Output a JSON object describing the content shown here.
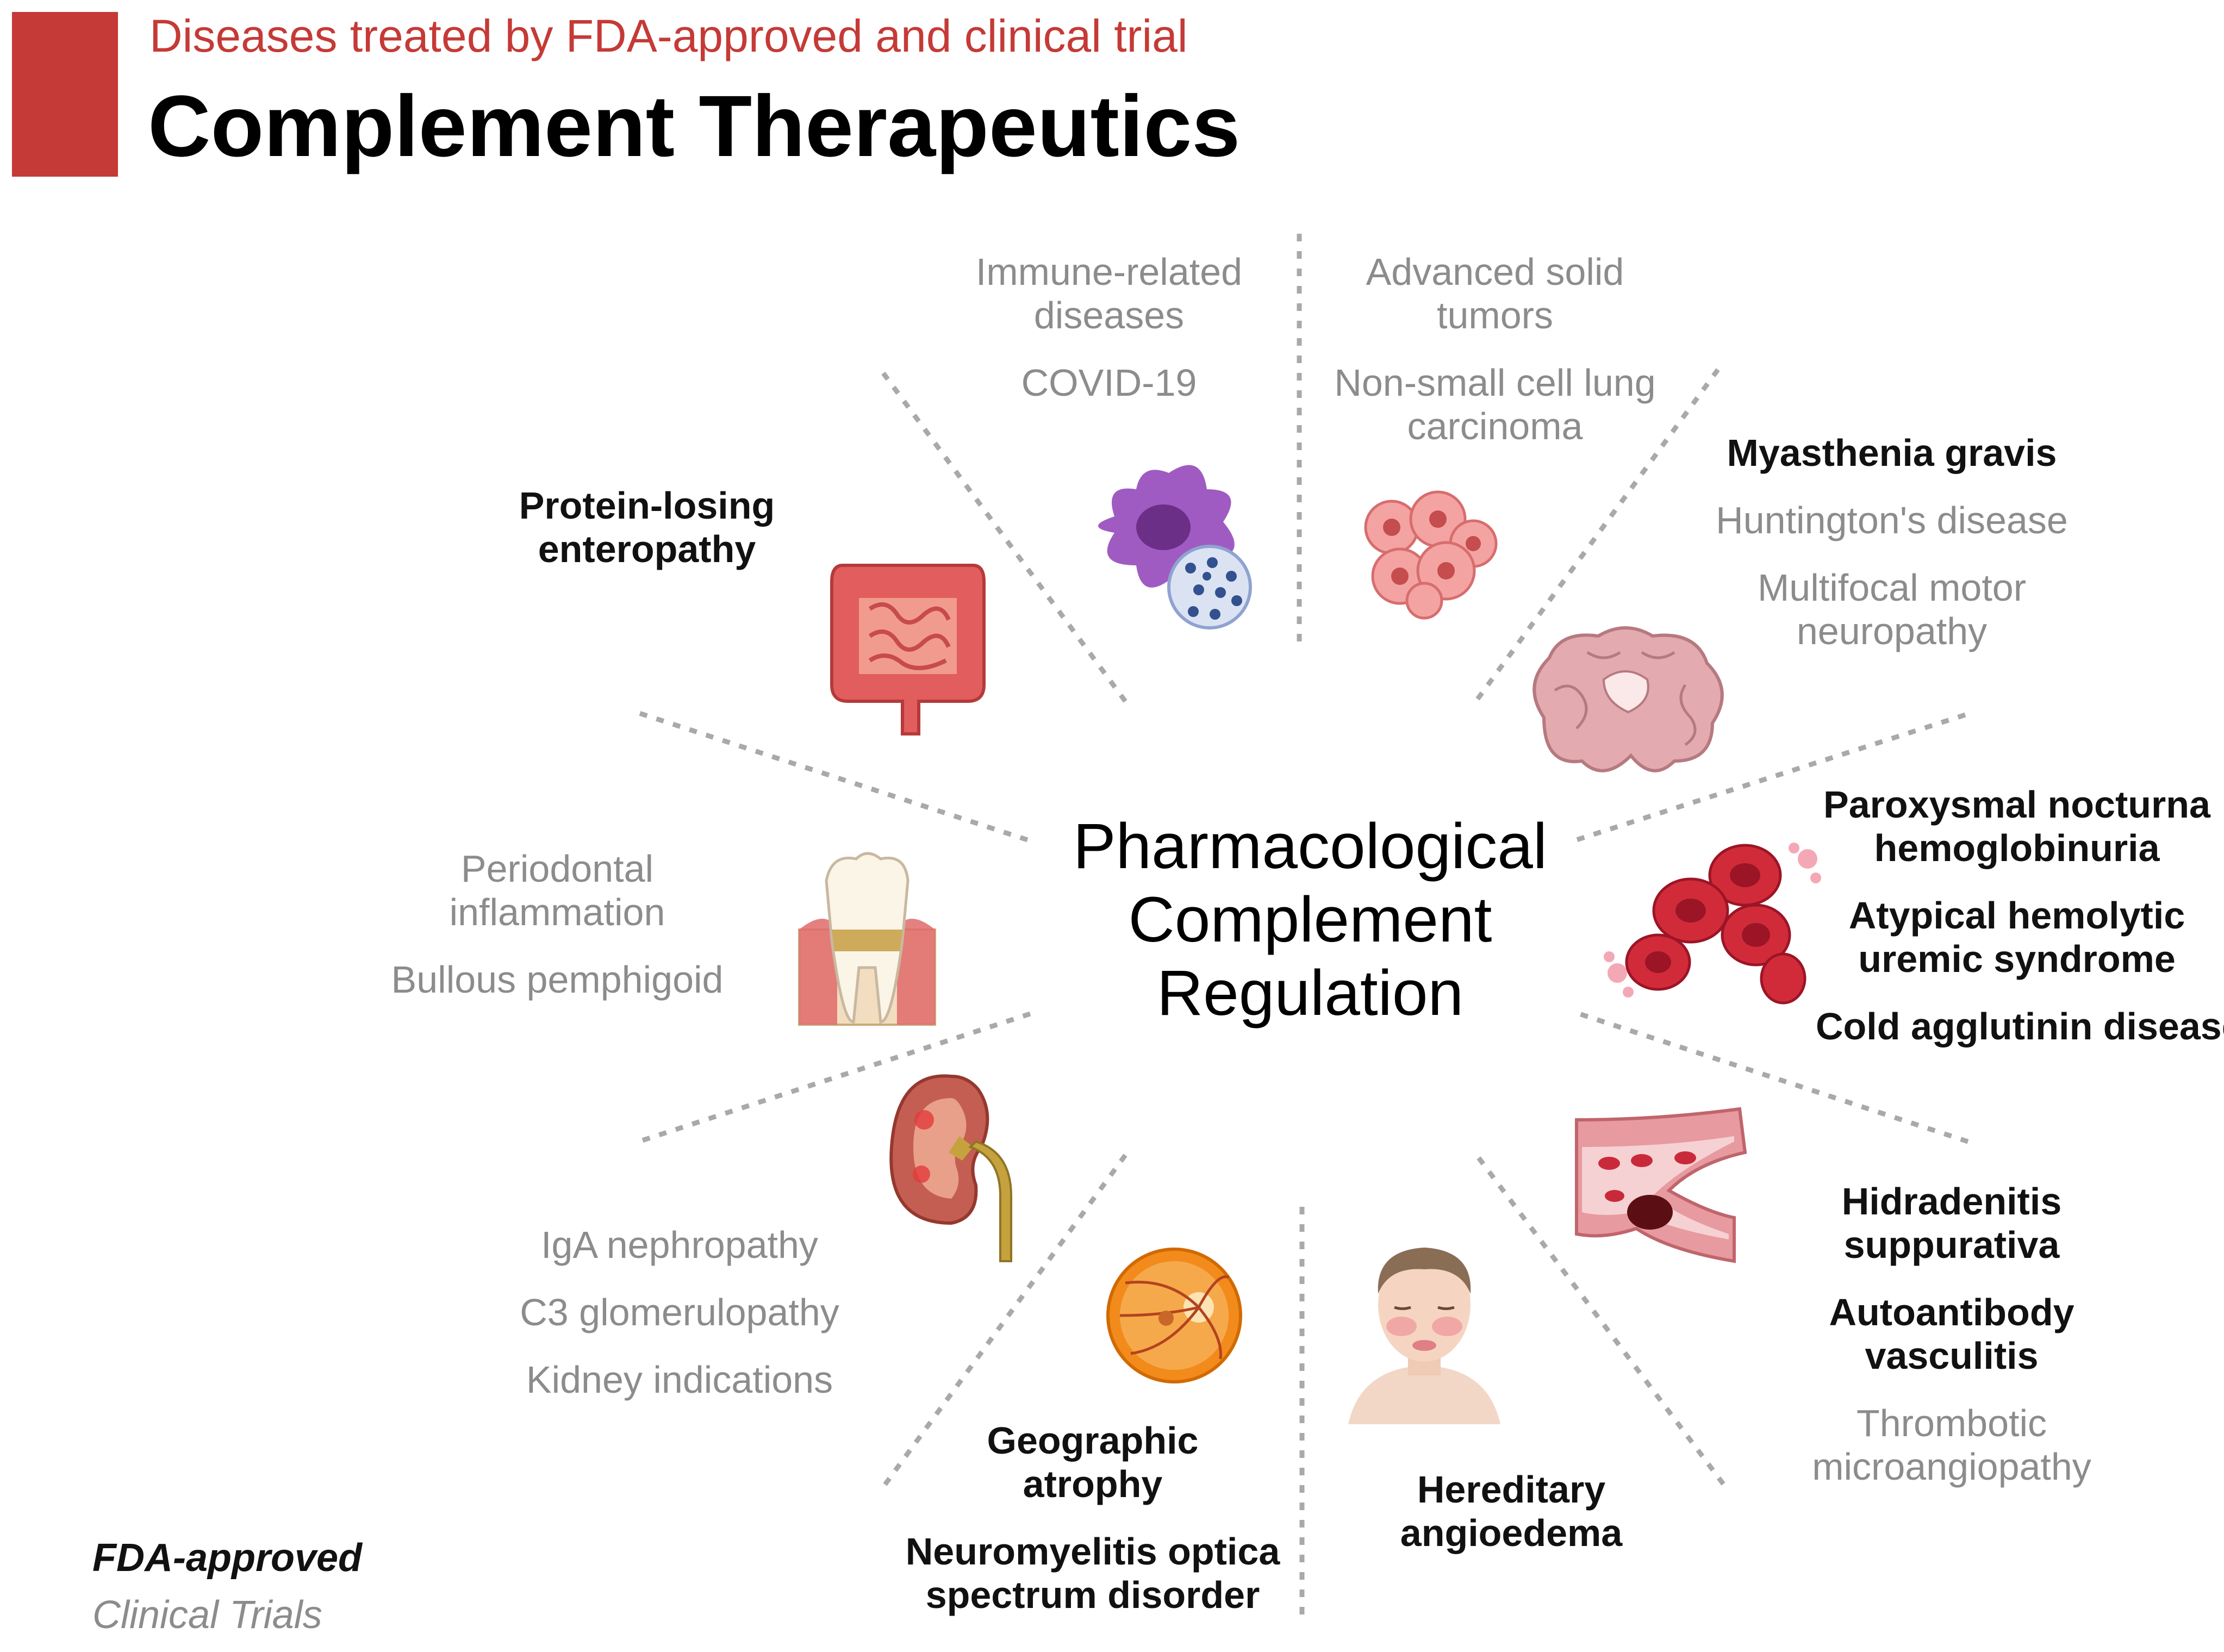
{
  "header": {
    "subtitle": "Diseases treated by FDA-approved and clinical trial",
    "title": "Complement Therapeutics",
    "accent_color": "#c53a36"
  },
  "center_label": [
    "Pharmacological",
    "Complement",
    "Regulation"
  ],
  "groups": {
    "immune": {
      "clinical": [
        [
          "Immune-related",
          "diseases"
        ],
        [
          "COVID-19"
        ]
      ],
      "icon": "immune-cell-virus-icon"
    },
    "tumor": {
      "clinical": [
        [
          "Advanced solid",
          "tumors"
        ],
        [
          "Non-small cell lung",
          "carcinoma"
        ]
      ],
      "icon": "tumor-cells-icon"
    },
    "neuro": {
      "fda": [
        [
          "Myasthenia gravis"
        ]
      ],
      "clinical": [
        [
          "Huntington's disease"
        ],
        [
          "Multifocal motor",
          "neuropathy"
        ]
      ],
      "icon": "brain-icon"
    },
    "blood": {
      "fda": [
        [
          "Paroxysmal nocturna",
          "hemoglobinuria"
        ],
        [
          "Atypical hemolytic",
          "uremic syndrome"
        ],
        [
          "Cold agglutinin disease"
        ]
      ],
      "icon": "red-blood-cells-icon"
    },
    "vascular": {
      "fda": [
        [
          "Hidradenitis",
          "suppurativa"
        ],
        [
          "Autoantibody",
          "vasculitis"
        ]
      ],
      "clinical": [
        [
          "Thrombotic",
          "microangiopathy"
        ]
      ],
      "icon": "blood-vessel-icon"
    },
    "angioedema": {
      "fda": [
        [
          "Hereditary",
          "angioedema"
        ]
      ],
      "icon": "swollen-face-icon"
    },
    "eye": {
      "fda": [
        [
          "Geographic",
          "atrophy"
        ],
        [
          "Neuromyelitis optica",
          "spectrum disorder"
        ]
      ],
      "icon": "retina-icon"
    },
    "kidney": {
      "clinical": [
        [
          "IgA nephropathy"
        ],
        [
          "C3 glomerulopathy"
        ],
        [
          "Kidney indications"
        ]
      ],
      "icon": "kidney-icon"
    },
    "tooth": {
      "clinical": [
        [
          "Periodontal",
          "inflammation"
        ],
        [
          "Bullous pemphigoid"
        ]
      ],
      "icon": "inflamed-tooth-icon"
    },
    "gut": {
      "fda": [
        [
          "Protein-losing",
          "enteropathy"
        ]
      ],
      "icon": "intestine-icon"
    }
  },
  "legend": {
    "fda_label": "FDA-approved",
    "clinical_label": "Clinical Trials"
  }
}
